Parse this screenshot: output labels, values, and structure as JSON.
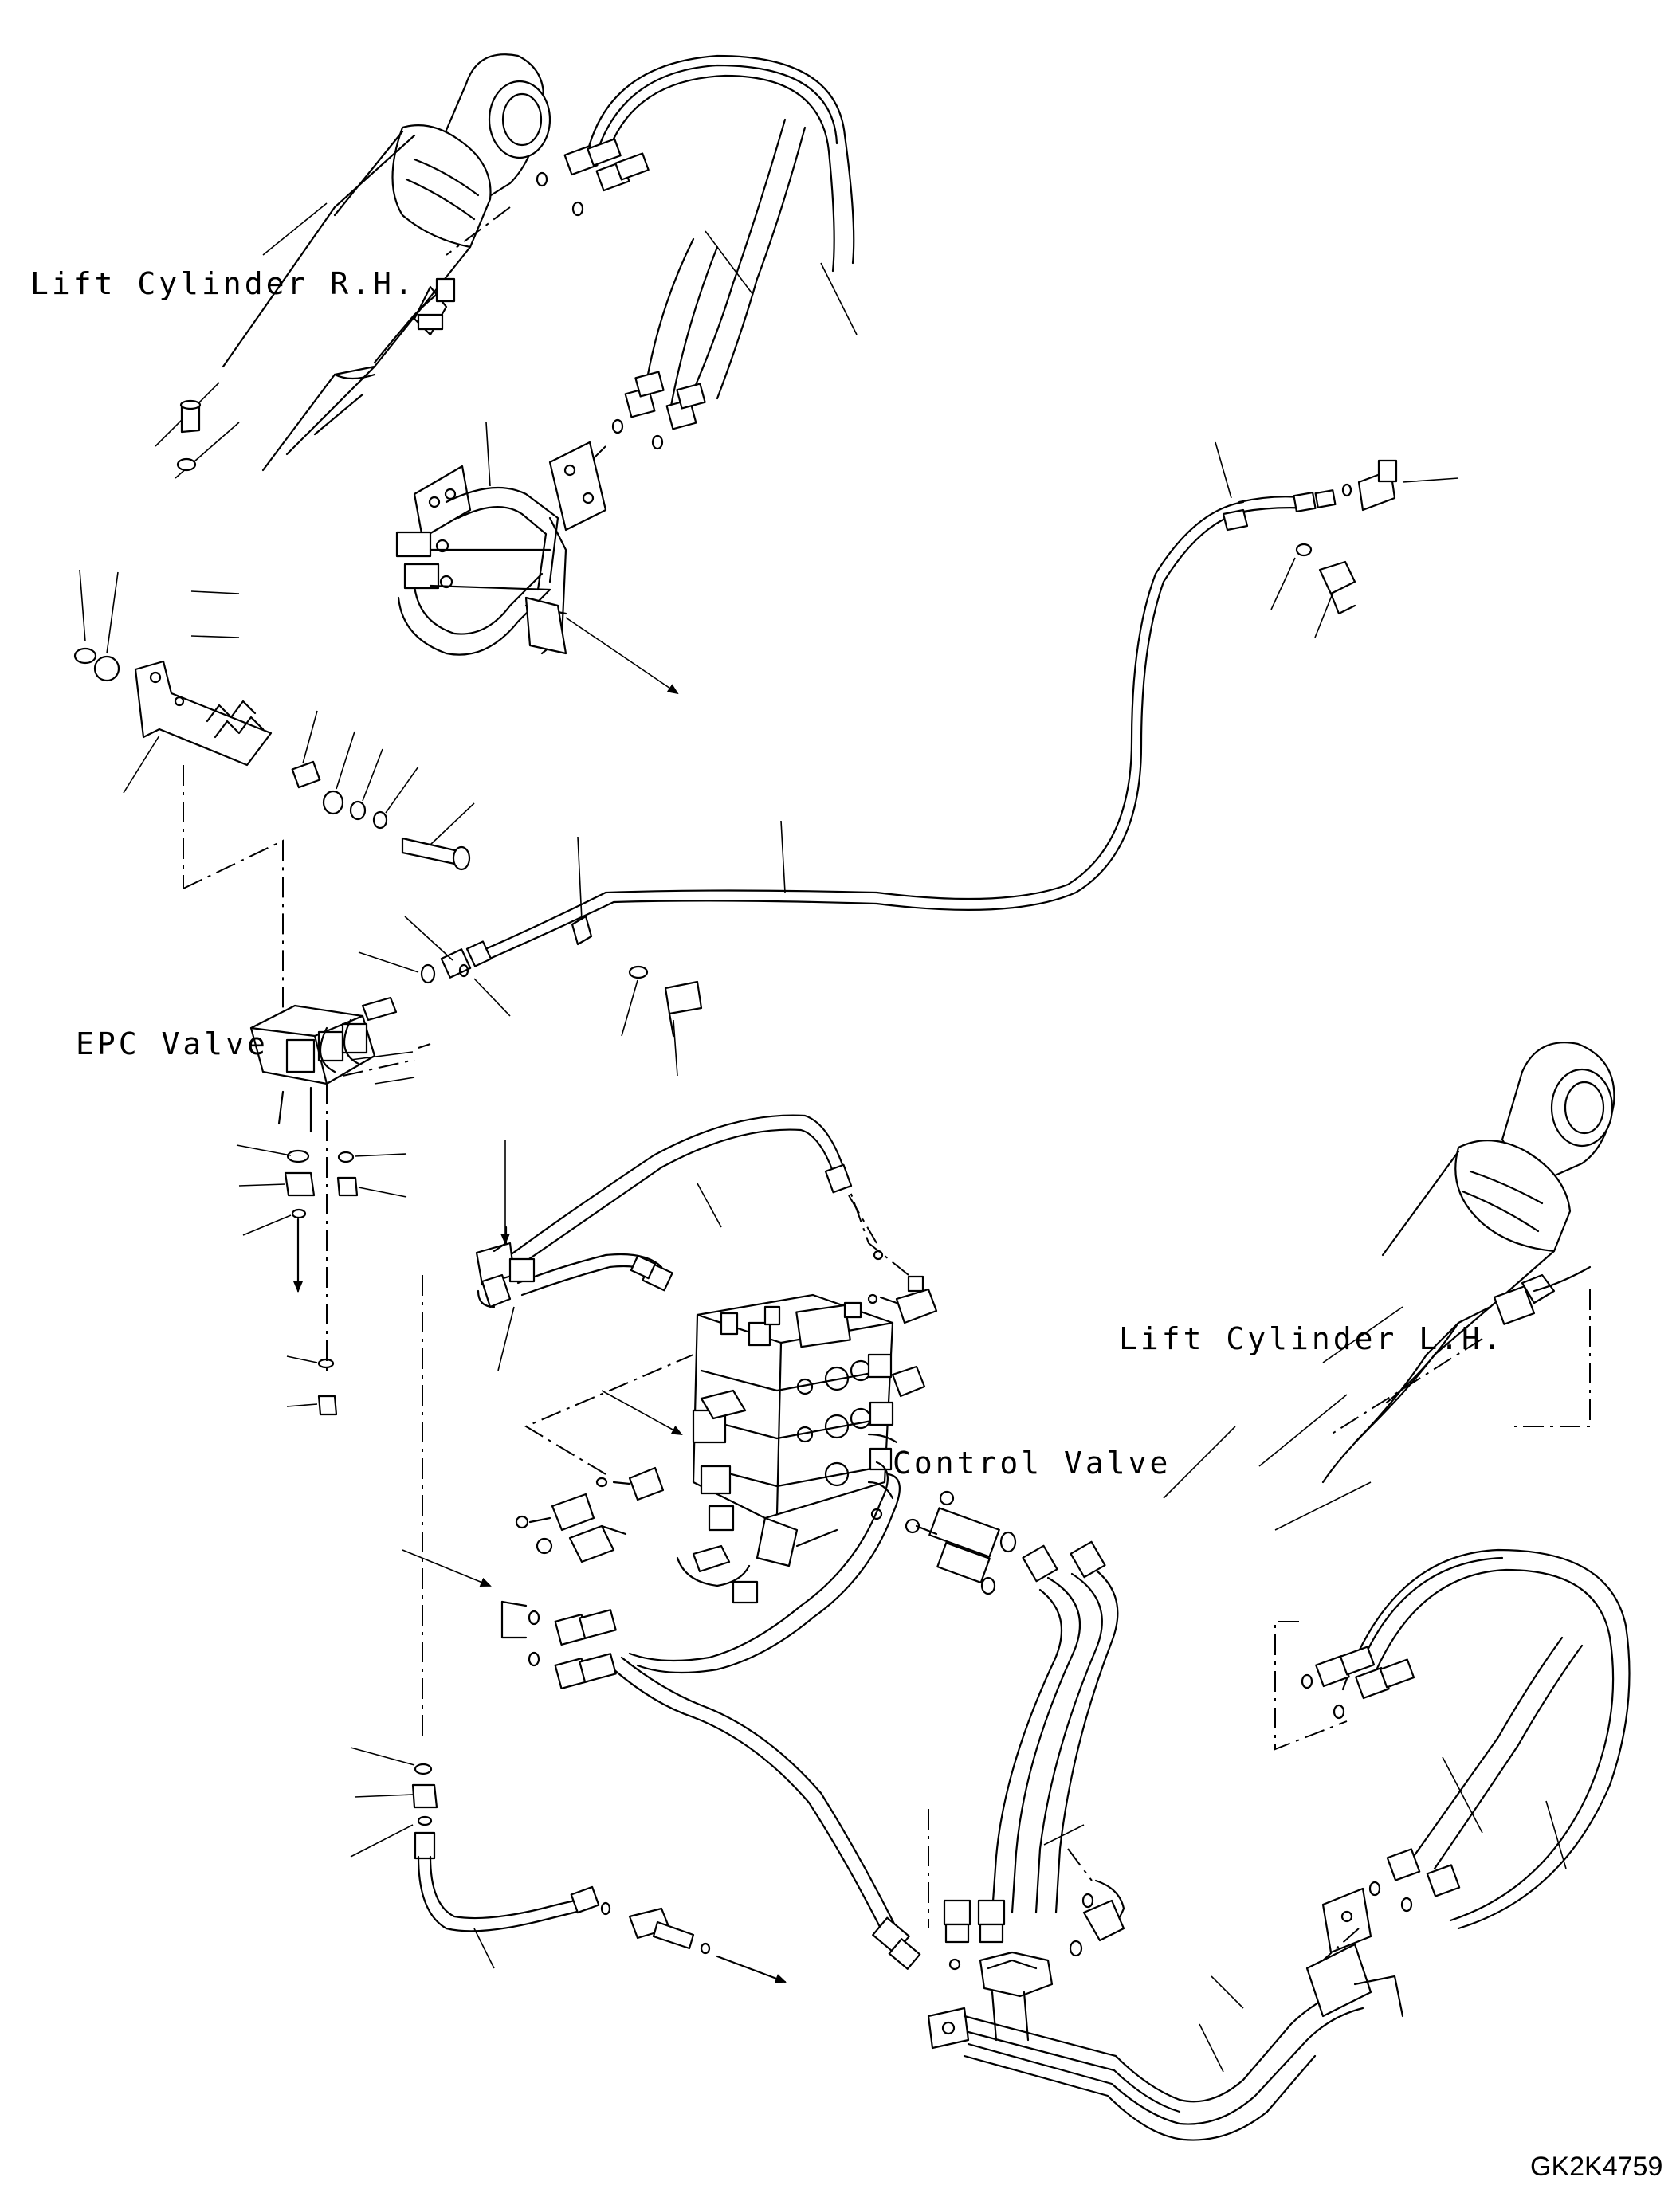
{
  "labels": {
    "lift_cylinder_rh": "Lift Cylinder R.H.",
    "epc_valve": "EPC Valve",
    "control_valve": "Control Valve",
    "lift_cylinder_lh": "Lift Cylinder L.H.",
    "drawing_code": "GK2K4759"
  }
}
